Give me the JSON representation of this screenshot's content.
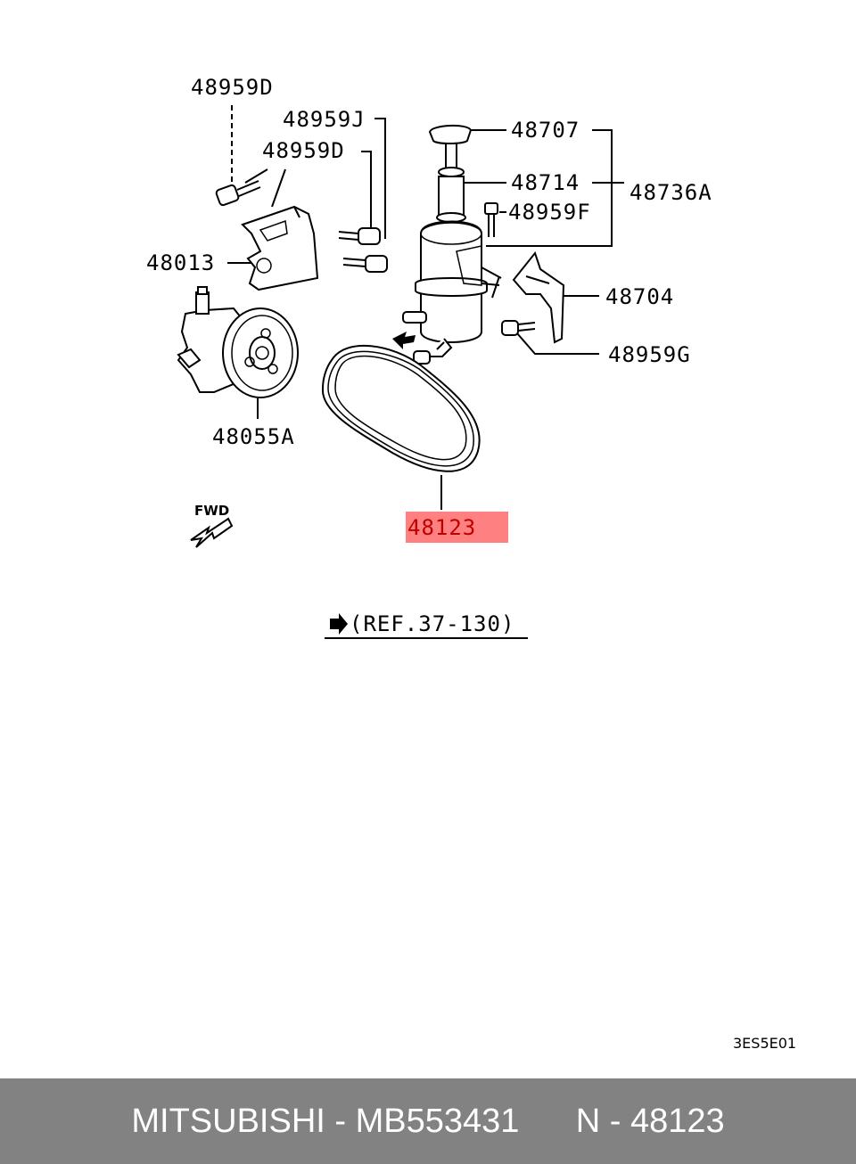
{
  "labels": {
    "p48959D_top": "48959D",
    "p48959J": "48959J",
    "p48959D_mid": "48959D",
    "p48707": "48707",
    "p48714": "48714",
    "p48736A": "48736A",
    "p48959F": "48959F",
    "p48013": "48013",
    "p48704": "48704",
    "p48959G": "48959G",
    "p48055A": "48055A",
    "p48123": "48123"
  },
  "fwd": "FWD",
  "ref": "(REF.37-130)",
  "diagram_code": "3ES5E01",
  "footer": {
    "text": "MITSUBISHI - MB553431      N - 48123"
  },
  "colors": {
    "highlight": "#ff8080",
    "footer_bg": "#828282"
  }
}
